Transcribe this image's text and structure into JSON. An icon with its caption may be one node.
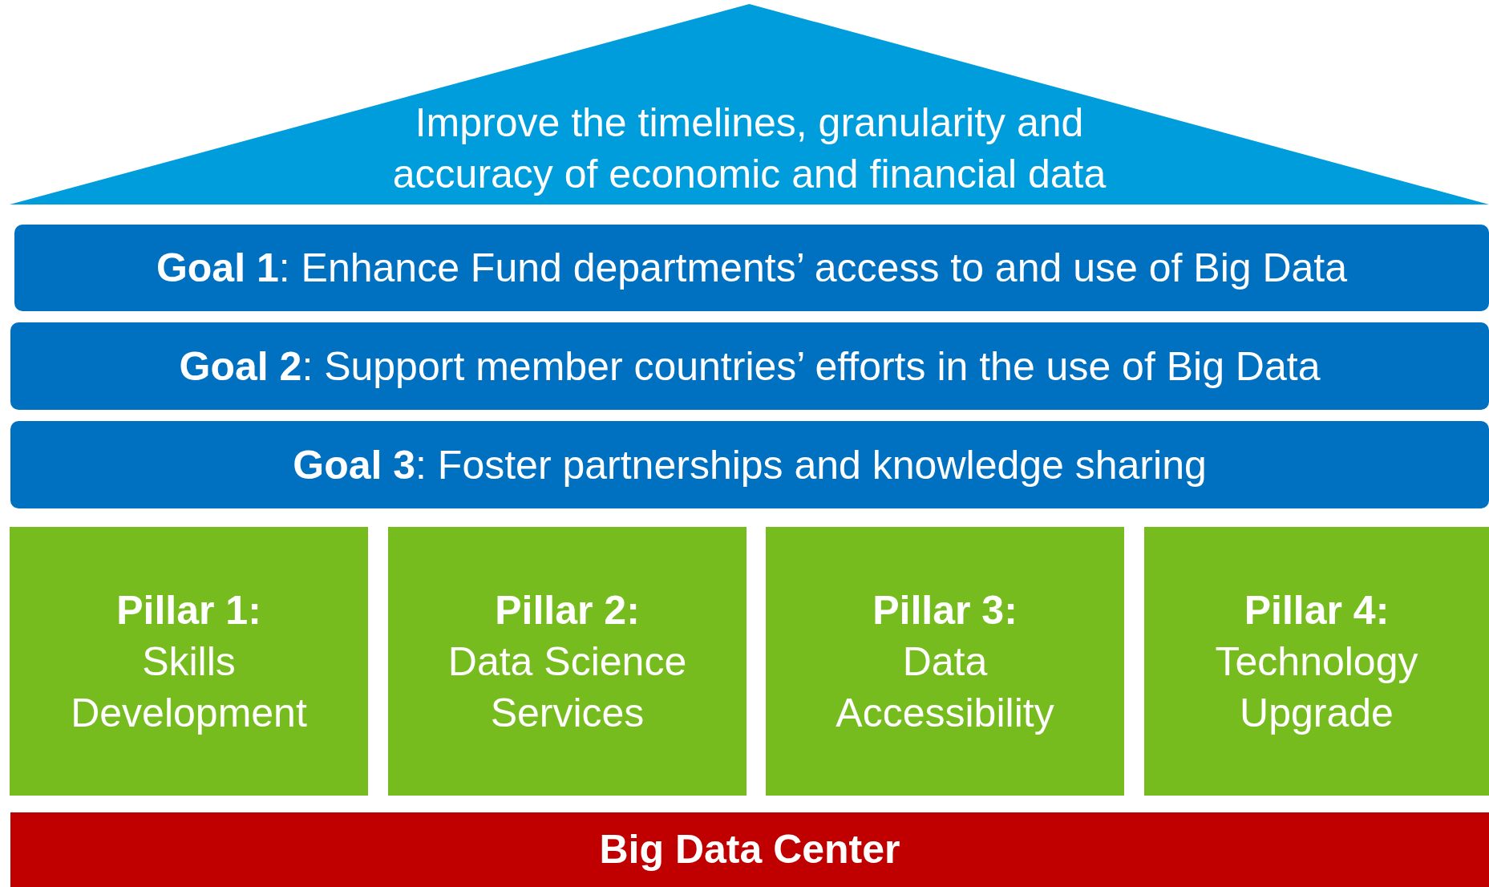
{
  "diagram": {
    "nodes": [
      {
        "text": [
          "Improve the timelines, granularity and accuracy of economic and financial data"
        ]
      },
      {
        "text": [
          "**Goal 1**: Enhance Fund departments’ access to and use of Big Data"
        ]
      },
      {
        "text": [
          "**Goal 2**: Support member countries’ efforts in the use of Big Data"
        ]
      },
      {
        "text": [
          "**Goal 3**: Foster partnerships and knowledge sharing"
        ]
      },
      {
        "text": [
          "Pillar 1:",
          "Skills Development"
        ]
      },
      {
        "text": [
          "Pillar 2:",
          "Data Science Services"
        ]
      },
      {
        "text": [
          "Pillar 3:",
          "Data Accessibility"
        ]
      },
      {
        "text": [
          "Pillar 4:",
          "Technology Upgrade"
        ]
      },
      {
        "text": [
          "Big Data Center"
        ]
      }
    ]
  }
}
